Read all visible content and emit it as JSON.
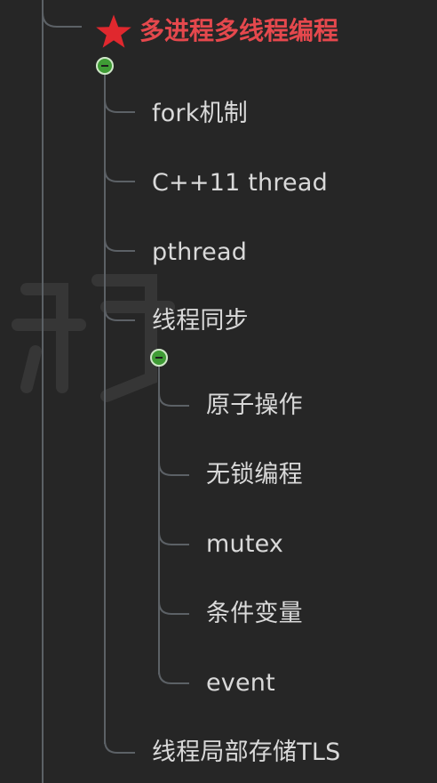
{
  "colors": {
    "background": "#262626",
    "line": "#5c6166",
    "text": "#d9d9d9",
    "root_text": "#e5484d",
    "star": "#e0282e",
    "collapse_button": "#3f9c35"
  },
  "root": {
    "icon": "star-icon",
    "label": "多进程多线程编程",
    "children": [
      {
        "label": "fork机制"
      },
      {
        "label": "C++11 thread"
      },
      {
        "label": "pthread"
      },
      {
        "label": "线程同步",
        "children": [
          {
            "label": "原子操作"
          },
          {
            "label": "无锁编程"
          },
          {
            "label": "mutex"
          },
          {
            "label": "条件变量"
          },
          {
            "label": "event"
          }
        ]
      },
      {
        "label": "线程局部存储TLS"
      }
    ]
  },
  "collapse_icon": "minus-circle-icon"
}
